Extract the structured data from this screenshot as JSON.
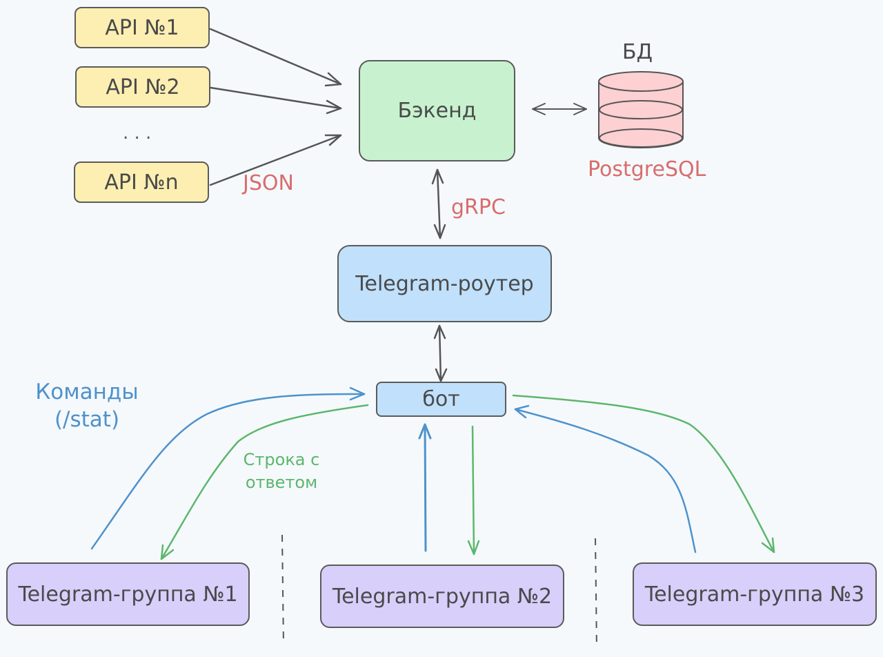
{
  "colors": {
    "api_fill": "#fdefb2",
    "backend_fill": "#c8f2cf",
    "router_fill": "#c0e0fb",
    "db_fill": "#fdd0d2",
    "group_fill": "#d8cffb",
    "red_label": "#d96c6c",
    "blue_edge": "#4d92cc",
    "green_edge": "#5cb66c"
  },
  "apis": {
    "api1": "API №1",
    "api2": "API №2",
    "ellipsis": ". . .",
    "apin": "API №n",
    "json_label": "JSON"
  },
  "backend": {
    "label": "Бэкенд"
  },
  "database": {
    "title": "БД",
    "engine": "PostgreSQL"
  },
  "grpc_label": "gRPC",
  "router": {
    "label": "Telegram-роутер"
  },
  "bot": {
    "label": "бот"
  },
  "commands_label": {
    "line1": "Команды",
    "line2": "(/stat)"
  },
  "reply_label": {
    "line1": "Строка с",
    "line2": "ответом"
  },
  "groups": {
    "g1": "Telegram-группа №1",
    "g2": "Telegram-группа №2",
    "g3": "Telegram-группа №3"
  }
}
